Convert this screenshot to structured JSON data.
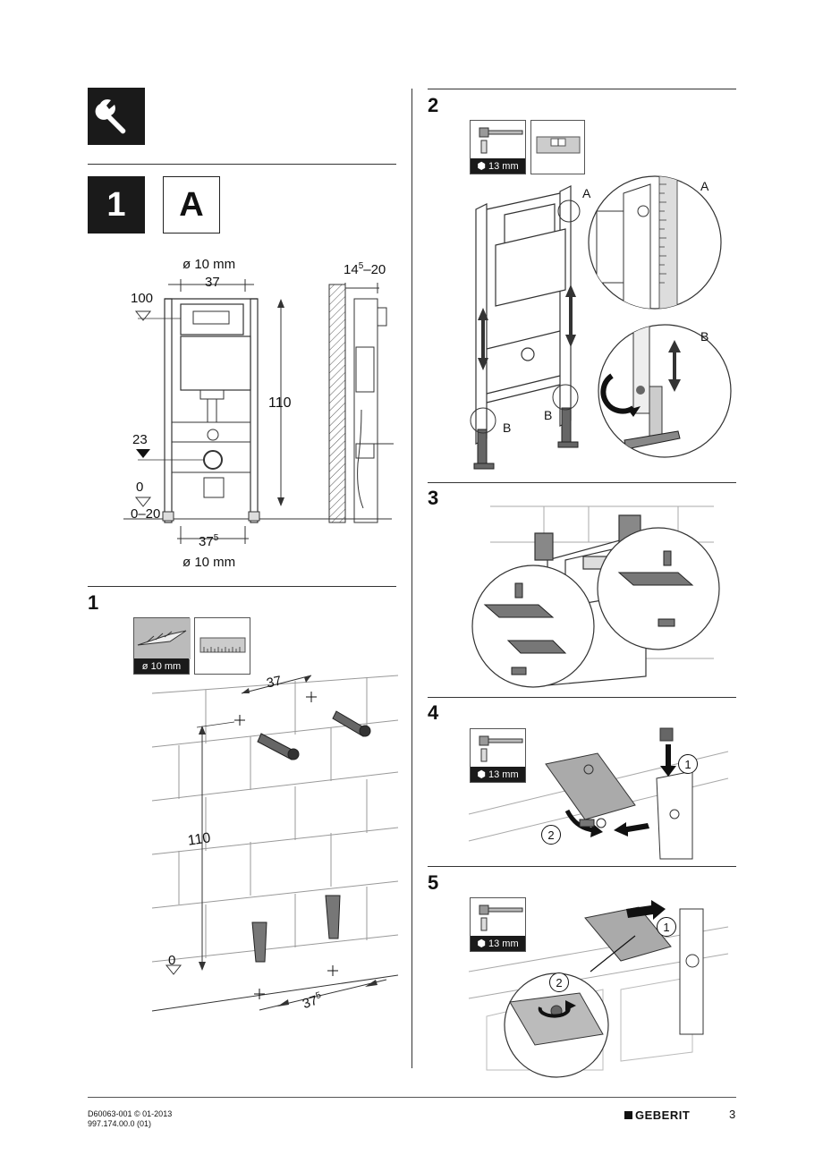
{
  "header": {
    "tool_icon": "wrench-icon",
    "step_main": "1",
    "variant": "A"
  },
  "section_1a": {
    "dim_diameter_top": "ø 10 mm",
    "dim_width_top": "37",
    "dim_depth_base": "14",
    "dim_depth_sup": "5",
    "dim_depth_range_end": "–20",
    "level_100": "100",
    "level_23": "23",
    "level_0": "0",
    "level_0_20": "0–20",
    "dim_height": "110",
    "dim_width_bottom_base": "37",
    "dim_width_bottom_sup": "5",
    "dim_diameter_bottom": "ø 10 mm"
  },
  "step1": {
    "number": "1",
    "drill_caption": "ø 10 mm",
    "drill_icon": "drill-bit-icon",
    "ruler_icon": "ruler-icon",
    "dim_top": "37",
    "dim_height": "110",
    "level_0": "0",
    "dim_bottom_base": "37",
    "dim_bottom_sup": "5"
  },
  "step2": {
    "number": "2",
    "wrench_caption": "13 mm",
    "wrench_icon": "socket-wrench-icon",
    "level_icon": "spirit-level-icon",
    "label_a": "A",
    "label_b": "B",
    "detail_a": "A",
    "detail_b": "B"
  },
  "step3": {
    "number": "3"
  },
  "step4": {
    "number": "4",
    "wrench_caption": "13 mm",
    "callout_1": "1",
    "callout_2": "2"
  },
  "step5": {
    "number": "5",
    "wrench_caption": "13 mm",
    "callout_1": "1",
    "callout_2": "2"
  },
  "footer": {
    "doc_id": "D60063-001 © 01-2013",
    "doc_num": "997.174.00.0 (01)",
    "brand": "GEBERIT",
    "page": "3"
  }
}
